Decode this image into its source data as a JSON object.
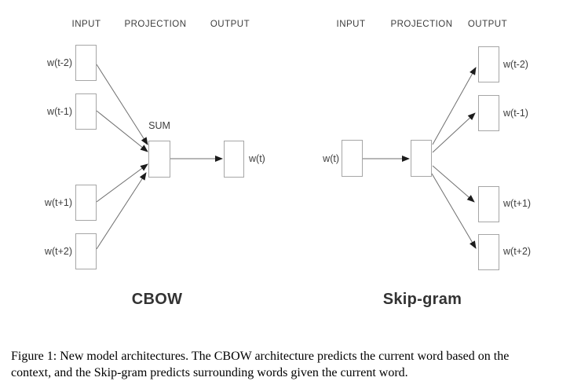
{
  "figure": {
    "diagrams": [
      {
        "title": "CBOW",
        "columns": [
          "INPUT",
          "PROJECTION",
          "OUTPUT"
        ],
        "projection_label": "SUM",
        "input_labels": [
          "w(t-2)",
          "w(t-1)",
          "w(t+1)",
          "w(t+2)"
        ],
        "output_label": "w(t)"
      },
      {
        "title": "Skip-gram",
        "columns": [
          "INPUT",
          "PROJECTION",
          "OUTPUT"
        ],
        "input_label": "w(t)",
        "output_labels": [
          "w(t-2)",
          "w(t-1)",
          "w(t+1)",
          "w(t+2)"
        ]
      }
    ],
    "caption_lines": [
      "Figure 1: New model architectures. The CBOW architecture predicts the current word based on the",
      "context, and the Skip-gram predicts surrounding words given the current word."
    ]
  },
  "colors": {
    "box_border": "#a6a6a6",
    "line": "#6f6f6f",
    "arrowhead": "#1c1c1c",
    "diagram_text": "#3d3d3d",
    "caption_text": "#000000"
  }
}
